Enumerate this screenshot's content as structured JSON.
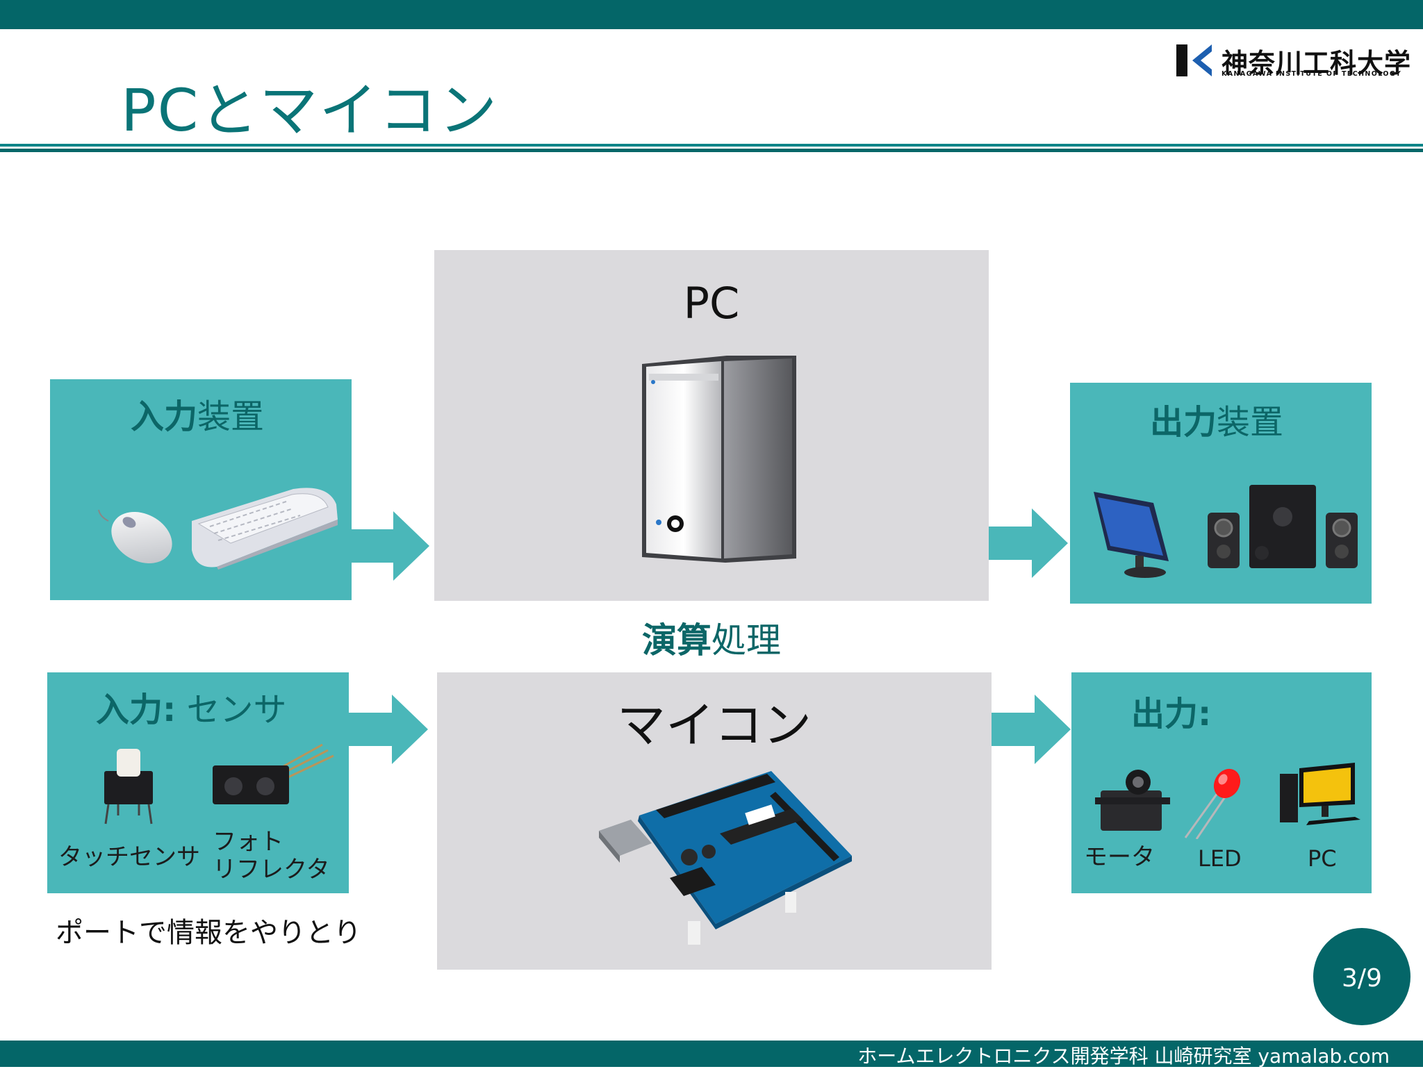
{
  "slide": {
    "title": "PCとマイコン",
    "logo": {
      "name": "神奈川工科大学",
      "subtitle": "KANAGAWA INSTITUTE OF TECHNOLOGY",
      "icon": "kait-logo-icon"
    },
    "page_number": "3/9",
    "footer": "ホームエレクトロニクス開発学科 山崎研究室 yamalab.com"
  },
  "pc_row": {
    "input_box": {
      "title_bold": "入力",
      "title_rest": "装置"
    },
    "center_box": {
      "title": "PC"
    },
    "output_box": {
      "title_bold": "出力",
      "title_rest": "装置"
    },
    "caption": {
      "bold": "演算",
      "rest": "処理"
    }
  },
  "micro_row": {
    "input_box": {
      "title_bold": "入力:",
      "title_rest": " センサ",
      "items": [
        {
          "label": "タッチセンサ",
          "icon": "tact-switch-icon"
        },
        {
          "label_line1": "フォト",
          "label_line2": "リフレクタ",
          "icon": "photo-reflector-icon"
        }
      ]
    },
    "center_box": {
      "title": "マイコン"
    },
    "output_box": {
      "title_bold": "出力:",
      "items": [
        {
          "label": "モータ",
          "icon": "servo-motor-icon"
        },
        {
          "label": "LED",
          "icon": "led-icon"
        },
        {
          "label": "PC",
          "icon": "pc-icon"
        }
      ]
    },
    "note": "ポートで情報をやりとり"
  },
  "colors": {
    "dark_teal": "#046668",
    "box_teal": "#4ab7b9",
    "box_gray": "#dbdadd",
    "heading_teal": "#0c6667"
  }
}
